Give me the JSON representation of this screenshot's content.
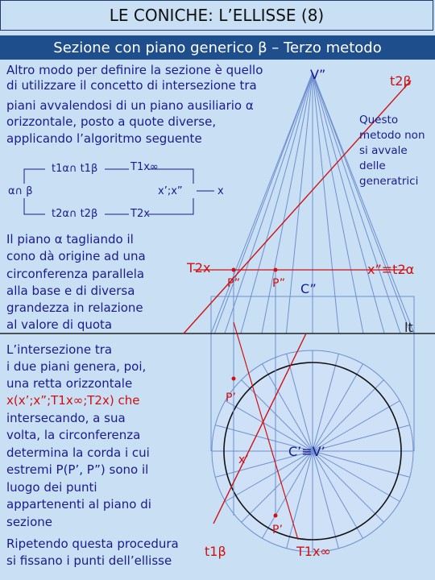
{
  "title": "LE CONICHE: L’ELLISSE (8)",
  "subtitle": "Sezione con piano generico β – Terzo metodo",
  "intro": [
    "Altro modo per definire la sezione è quello",
    "di utilizzare il concetto di intersezione tra",
    "piani avvalendosi di un piano ausiliario α",
    "orizzontale, posto a quote diverse,",
    "applicando l’algoritmo seguente"
  ],
  "algorithm": {
    "start": "α∩ β",
    "top": "t1α∩ t1β",
    "top_result": "T1x∞",
    "bottom": "t2α∩ t2β",
    "bottom_result": "T2x",
    "middle": "x’;x”",
    "final": "x"
  },
  "para1": [
    "Il piano α tagliando il",
    "cono dà origine ad una",
    "circonferenza parallela",
    "alla base e di diversa",
    "grandezza in relazione",
    "al valore di quota"
  ],
  "para2": [
    "L’intersezione tra",
    "i due piani genera, poi,",
    "una retta orizzontale",
    "x(x’;x”;T1x∞;T2x) che",
    "intersecando, a sua",
    "volta, la circonferenza",
    "determina la corda i cui",
    "estremi P(P’, P”) sono il",
    "luogo dei punti",
    "appartenenti al piano di",
    "sezione"
  ],
  "para3": [
    "Ripetendo questa procedura",
    "si fissano i punti dell’ellisse"
  ],
  "note": [
    "Questo",
    "metodo non",
    "si avvale",
    "delle",
    "generatrici"
  ],
  "labels": {
    "vertex_front": "V”",
    "t2b": "t2β",
    "t2x": "T2x",
    "p2_left": "P”",
    "p2_right": "P”",
    "c2": "C”",
    "x2_t2a": "x”≡t2α",
    "lt": "lt",
    "p1_top": "P’",
    "x1": "x’",
    "c1v1": "C’≡V’",
    "p1_bottom": "P’",
    "t1b": "t1β",
    "t1x": "T1x∞"
  },
  "colors": {
    "accent": "#1f4e8c",
    "red": "#d01010",
    "line": "#5c7fbf",
    "text": "#1a1a8c"
  }
}
